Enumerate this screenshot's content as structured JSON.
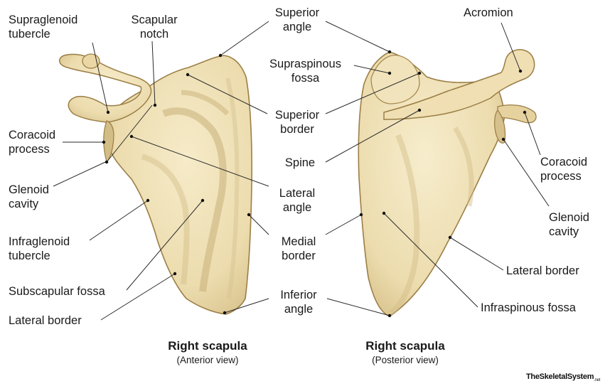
{
  "left_labels": {
    "supraglenoid_tubercle": [
      "Supraglenoid",
      "tubercle"
    ],
    "scapular_notch": [
      "Scapular",
      "notch"
    ],
    "coracoid_process": [
      "Coracoid",
      "process"
    ],
    "glenoid_cavity": [
      "Glenoid",
      "cavity"
    ],
    "infraglenoid_tubercle": [
      "Infraglenoid",
      "tubercle"
    ],
    "subscapular_fossa": "Subscapular fossa",
    "lateral_border": "Lateral border"
  },
  "center_labels": {
    "superior_angle": [
      "Superior",
      "angle"
    ],
    "supraspinous_fossa": [
      "Supraspinous",
      "fossa"
    ],
    "superior_border": [
      "Superior",
      "border"
    ],
    "spine": "Spine",
    "lateral_angle": [
      "Lateral",
      "angle"
    ],
    "medial_border": [
      "Medial",
      "border"
    ],
    "inferior_angle": [
      "Inferior",
      "angle"
    ]
  },
  "right_labels": {
    "acromion": "Acromion",
    "coracoid_process": [
      "Coracoid",
      "process"
    ],
    "glenoid_cavity": [
      "Glenoid",
      "cavity"
    ],
    "lateral_border": "Lateral border",
    "infraspinous_fossa": "Infraspinous fossa"
  },
  "captions": {
    "anterior": {
      "title": "Right scapula",
      "subtitle": "(Anterior view)"
    },
    "posterior": {
      "title": "Right scapula",
      "subtitle": "(Posterior view)"
    }
  },
  "watermark": {
    "name": "TheSkeletalSystem",
    "suffix": ".net"
  },
  "colors": {
    "bone_fill": "#efe0b6",
    "bone_shadow": "#cdb680",
    "bone_outline": "#8a6f3a",
    "leader": "#2a2a2a"
  }
}
